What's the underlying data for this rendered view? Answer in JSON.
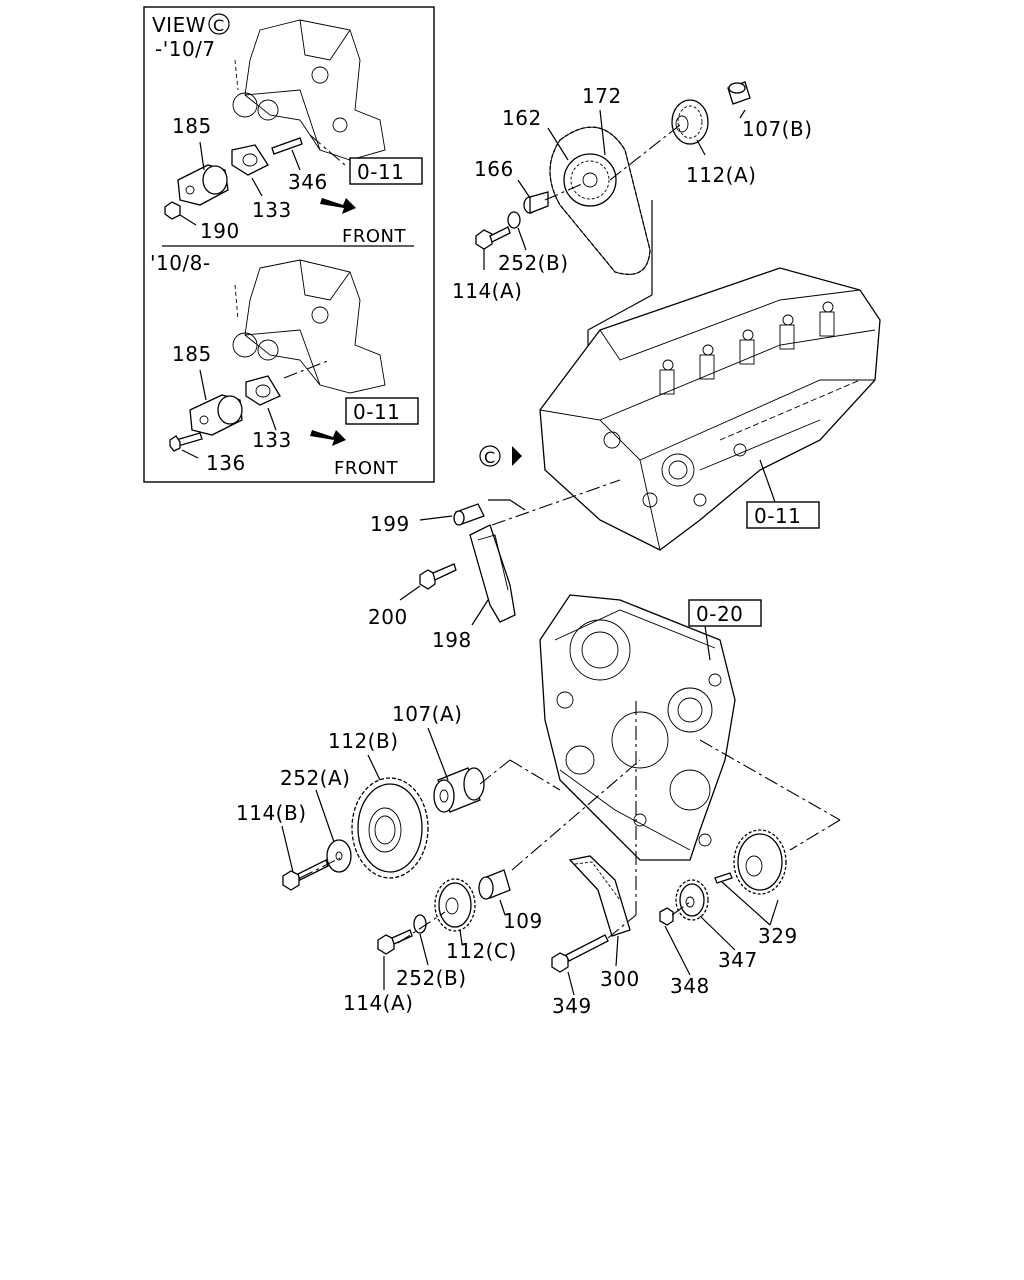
{
  "inset": {
    "title": "VIEW",
    "circle_letter": "C",
    "upper_range": "-'10/7",
    "lower_range": "'10/8-",
    "direction": "FRONT",
    "upper_labels": [
      "185",
      "133",
      "346",
      "190"
    ],
    "lower_labels": [
      "185",
      "133",
      "136"
    ],
    "ref_box": "0-11"
  },
  "view_marker": "C",
  "ref_boxes": [
    "0-11",
    "0-20"
  ],
  "labels": {
    "p172": "172",
    "p162": "162",
    "p166": "166",
    "p107b": "107(B)",
    "p112a": "112(A)",
    "p252b_top": "252(B)",
    "p114a_top": "114(A)",
    "p199": "199",
    "p200": "200",
    "p198": "198",
    "p107a": "107(A)",
    "p112b": "112(B)",
    "p252a": "252(A)",
    "p114b": "114(B)",
    "p109": "109",
    "p112c": "112(C)",
    "p252b_bot": "252(B)",
    "p114a_bot": "114(A)",
    "p349": "349",
    "p300": "300",
    "p348": "348",
    "p347": "347",
    "p329": "329"
  }
}
